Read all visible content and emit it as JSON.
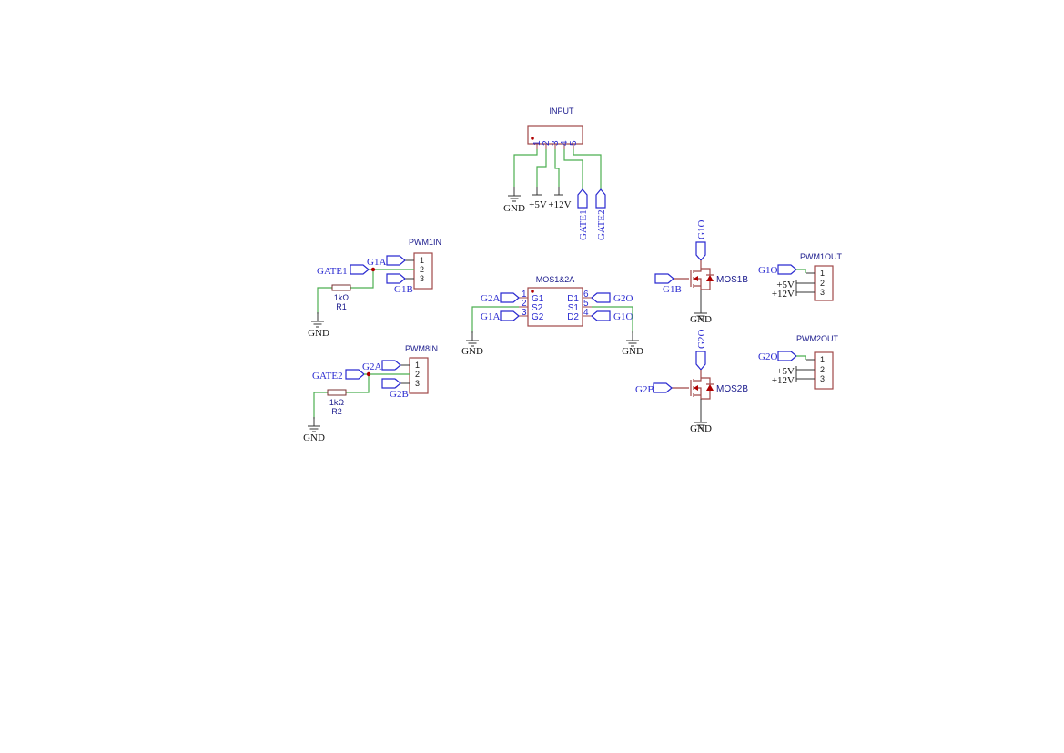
{
  "input": {
    "ref": "INPUT",
    "pins": [
      "1",
      "2",
      "3",
      "4",
      "5"
    ],
    "gnd": "GND",
    "v5": "+5V",
    "v12": "+12V",
    "gate1": "GATE1",
    "gate2": "GATE2"
  },
  "pwm1in": {
    "ref": "PWM1IN",
    "pins": [
      "1",
      "2",
      "3"
    ],
    "g1a": "G1A",
    "gate1": "GATE1",
    "g1b": "G1B",
    "r_value": "1kΩ",
    "r_ref": "R1",
    "gnd": "GND"
  },
  "pwm8in": {
    "ref": "PWM8IN",
    "pins": [
      "1",
      "2",
      "3"
    ],
    "g2a": "G2A",
    "gate2": "GATE2",
    "g2b": "G2B",
    "r_value": "1kΩ",
    "r_ref": "R2",
    "gnd": "GND"
  },
  "mos12a": {
    "ref": "MOS1&2A",
    "left_pins": [
      {
        "num": "1",
        "name": "G1"
      },
      {
        "num": "2",
        "name": "S2"
      },
      {
        "num": "3",
        "name": "G2"
      }
    ],
    "right_pins": [
      {
        "num": "6",
        "name": "D1"
      },
      {
        "num": "5",
        "name": "S1"
      },
      {
        "num": "4",
        "name": "D2"
      }
    ],
    "g2a": "G2A",
    "g1a": "G1A",
    "g2o": "G2O",
    "g1o": "G1O",
    "gnd_left": "GND",
    "gnd_right": "GND"
  },
  "mos1b": {
    "ref": "MOS1B",
    "drain": "G1O",
    "gate": "G1B",
    "gnd": "GND"
  },
  "mos2b": {
    "ref": "MOS2B",
    "drain": "G2O",
    "gate": "G2B",
    "gnd": "GND"
  },
  "pwm1out": {
    "ref": "PWM1OUT",
    "pins": [
      "1",
      "2",
      "3"
    ],
    "sig": "G1O",
    "v5": "+5V",
    "v12": "+12V"
  },
  "pwm2out": {
    "ref": "PWM2OUT",
    "pins": [
      "1",
      "2",
      "3"
    ],
    "sig": "G2O",
    "v5": "+5V",
    "v12": "+12V"
  }
}
